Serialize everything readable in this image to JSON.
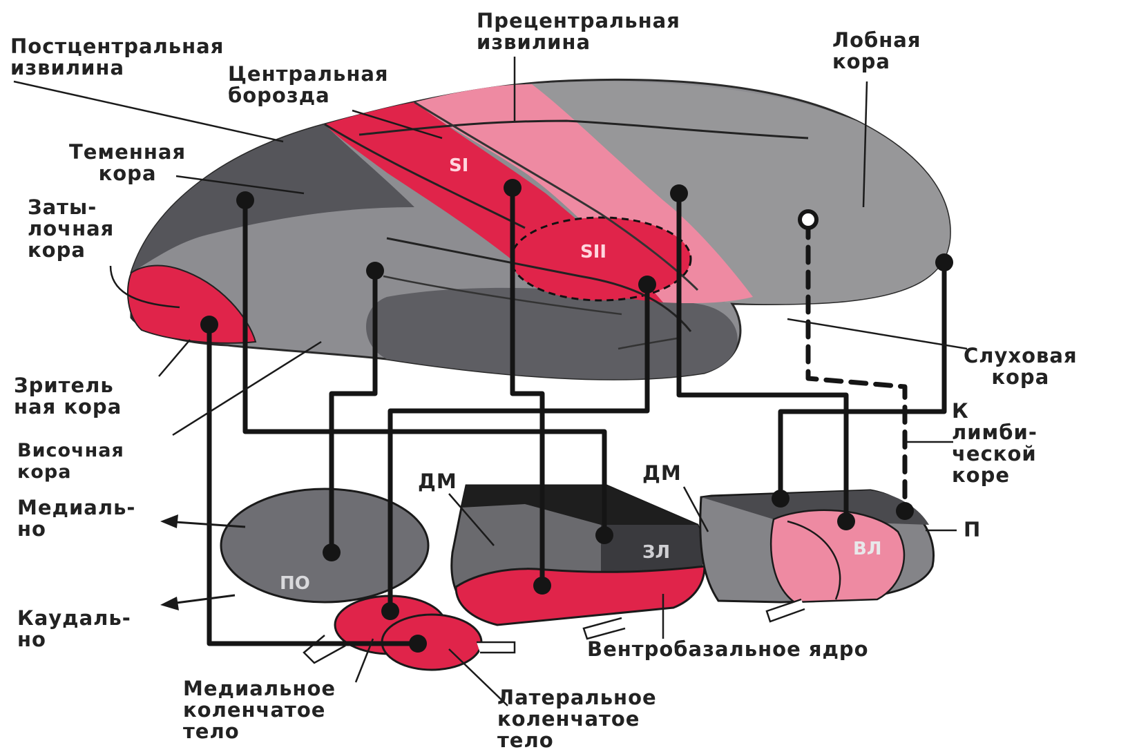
{
  "labels": {
    "postcentral": "Постцентральная\nизвилина",
    "precentral": "Прецентральная\nизвилина",
    "central_sulcus": "Центральная\nборозда",
    "frontal": "Лобная\nкора",
    "parietal": "Теменная\nкора",
    "occipital": "Заты-\nлочная\nкора",
    "auditory": "Слуховая\nкора",
    "limbic": "К\nлимби-\nческой\nкоре",
    "visual": "Зритель\nная кора",
    "temporal": "Височная\nкора",
    "medially": "Медиаль-\nно",
    "caudally": "Каудаль-\nно",
    "medial_geniculate": "Медиальное\nколенчатое\nтело",
    "lateral_geniculate": "Латеральное\nколенчатое\nтело",
    "ventrobasal": "Вентробазальное ядро",
    "dm1": "ДМ",
    "dm2": "ДМ",
    "p": "П"
  },
  "regions": {
    "si": "SI",
    "sii": "SII",
    "po": "ПО",
    "zl": "ЗЛ",
    "vl": "ВЛ"
  },
  "colors": {
    "cortex_dark": "#5a5a5e",
    "cortex_mid": "#8a8a8e",
    "red": "#e3264a",
    "pink": "#f08aa4",
    "line": "#151515"
  }
}
